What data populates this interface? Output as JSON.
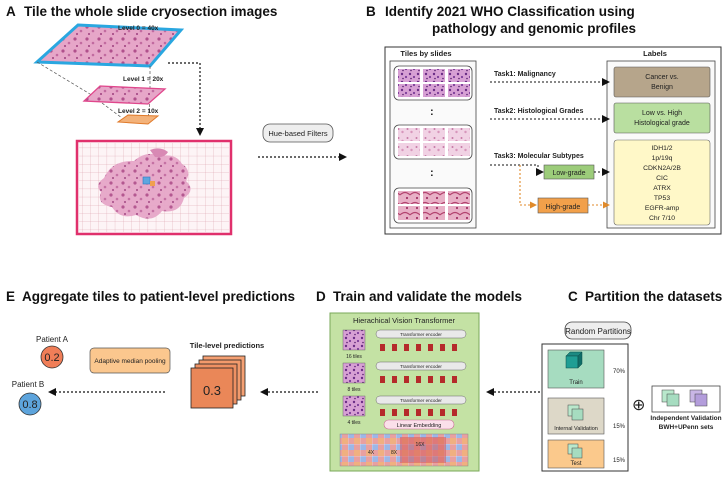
{
  "panelA": {
    "letter": "A",
    "title": "Tile the whole slide cryosection images",
    "levels": [
      "Level 0 = 40x",
      "Level 1 = 20x",
      "Level 2 = 10x"
    ]
  },
  "filter": {
    "label": "Hue-based Filters"
  },
  "panelB": {
    "letter": "B",
    "title_line1": "Identify 2021 WHO Classification using",
    "title_line2": "pathology and genomic profiles",
    "tiles_header": "Tiles by slides",
    "labels_header": "Labels",
    "dots": ":",
    "task1": "Task1: Malignancy",
    "task2": "Task2: Histological Grades",
    "task3": "Task3: Molecular Subtypes",
    "label1_line1": "Cancer vs.",
    "label1_line2": "Benign",
    "label2_line1": "Low vs. High",
    "label2_line2": "Histological grade",
    "low_grade": "Low-grade",
    "high_grade": "High-grade",
    "subtypes": [
      "IDH1/2",
      "1p/19q",
      "CDKN2A/2B",
      "CIC",
      "ATRX",
      "TP53",
      "EGFR-amp",
      "Chr 7/10"
    ]
  },
  "panelE": {
    "letter": "E",
    "title": "Aggregate tiles to patient-level predictions",
    "patient_a": "Patient A",
    "patient_a_value": "0.2",
    "patient_b": "Patient B",
    "patient_b_value": "0.8",
    "pooling": "Adaptive median pooling",
    "tile_predictions": "Tile-level predictions",
    "tile_value": "0.3"
  },
  "panelD": {
    "letter": "D",
    "title": "Train and validate the models",
    "hvt_title": "Hierachical Vision Transformer",
    "encoder": "Transformer encoder",
    "tiles16": "16 tiles",
    "tiles8": "8 tiles",
    "tiles4": "4 tiles",
    "embedding": "Linear Embedding",
    "grid_labels": [
      "4X",
      "8X",
      "16X"
    ]
  },
  "panelC": {
    "letter": "C",
    "title": "Partition the datasets",
    "random": "Random Partitions",
    "train": "Train",
    "train_pct": "70%",
    "internal": "Internal Validation",
    "internal_pct": "15%",
    "test": "Test",
    "test_pct": "15%",
    "plus_symbol": "⊕",
    "independent_line1": "Independent Validation",
    "independent_line2": "BWH+UPenn sets"
  }
}
